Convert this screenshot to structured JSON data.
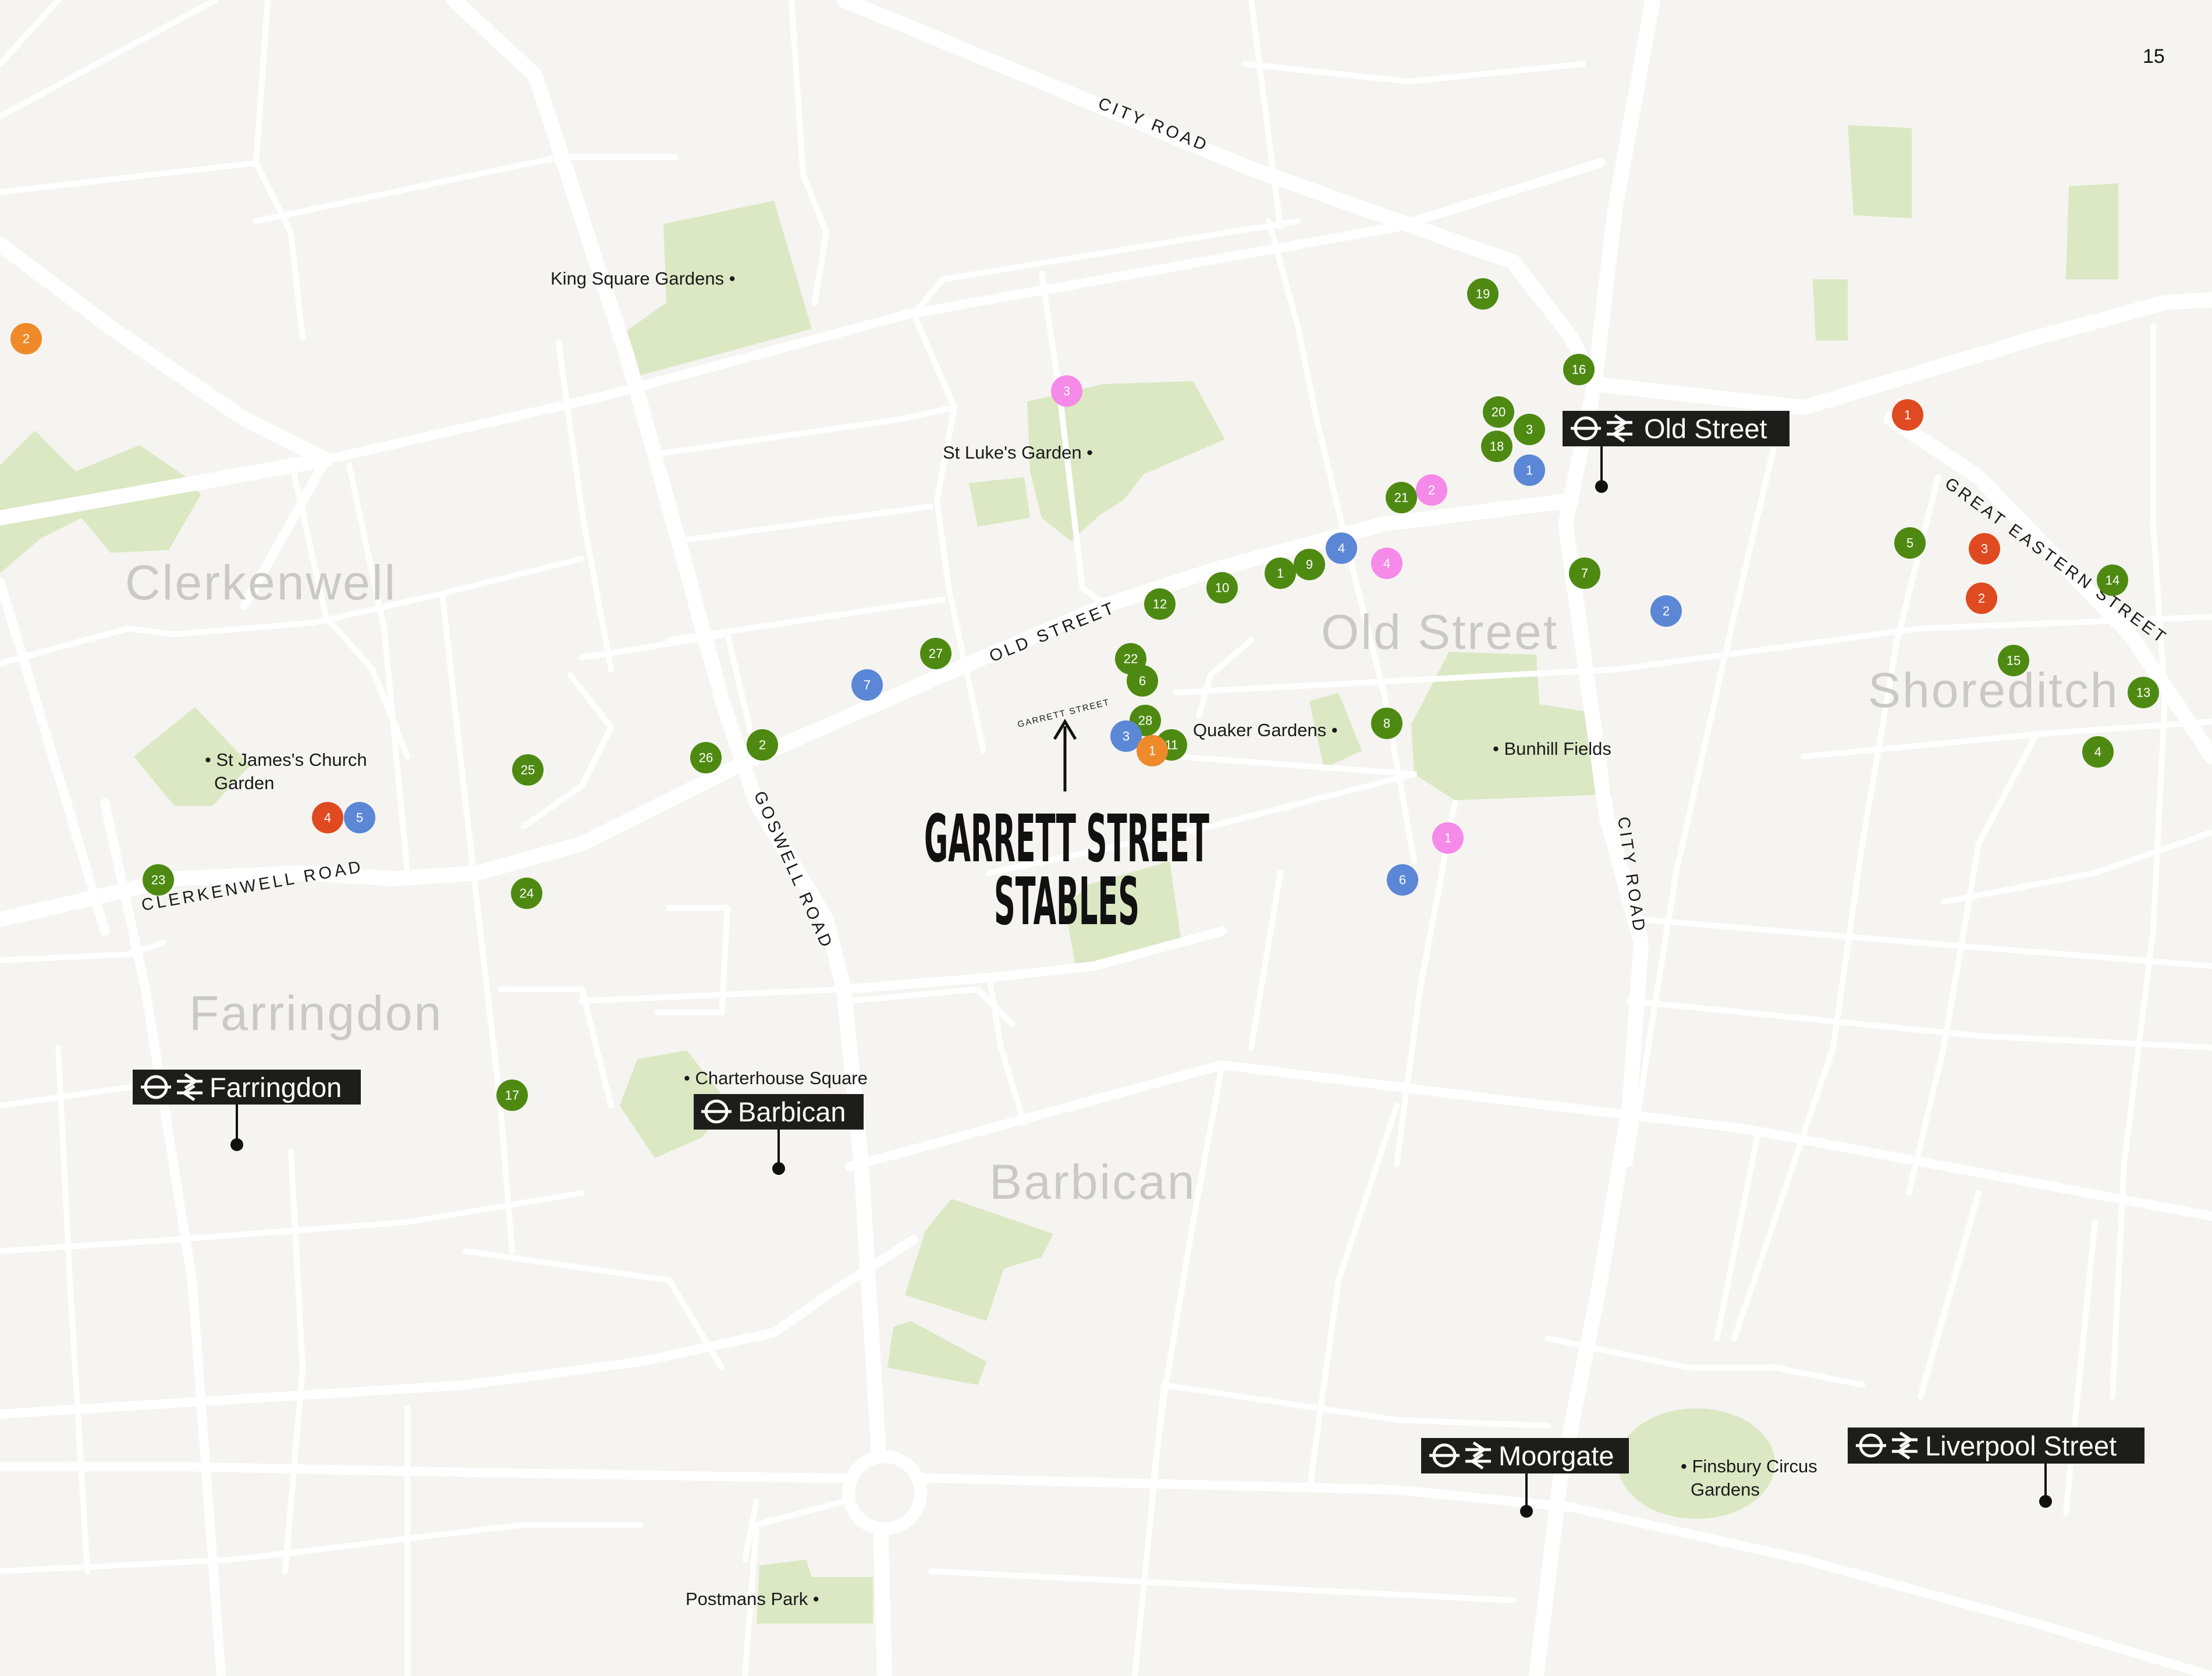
{
  "page_number": "15",
  "title": {
    "line1": "GARRETT STREET",
    "line2": "STABLES"
  },
  "areas": {
    "clerkenwell": "Clerkenwell",
    "farringdon": "Farringdon",
    "barbican": "Barbican",
    "old_street": "Old Street",
    "shoreditch": "Shoreditch"
  },
  "streets": {
    "city_road_north": "CITY ROAD",
    "city_road_south": "CITY ROAD",
    "old_street": "OLD STREET",
    "goswell_road": "GOSWELL ROAD",
    "clerkenwell_road": "CLERKENWELL ROAD",
    "great_eastern_street": "GREAT EASTERN STREET",
    "garrett_street": "GARRETT STREET"
  },
  "parks": {
    "king_square": "King Square Gardens •",
    "st_lukes": "St Luke's Garden •",
    "st_james_line1": "• St James's Church",
    "st_james_line2": "Garden",
    "quaker": "Quaker Gardens •",
    "bunhill": "• Bunhill Fields",
    "charterhouse": "• Charterhouse Square",
    "finsbury_line1": "• Finsbury Circus",
    "finsbury_line2": "Gardens",
    "postmans": "Postmans Park •"
  },
  "stations": {
    "old_street": "Old Street",
    "farringdon": "Farringdon",
    "barbican": "Barbican",
    "moorgate": "Moorgate",
    "liverpool_street": "Liverpool Street"
  },
  "colors": {
    "green": "#4e8a12",
    "blue": "#5b87d6",
    "orange": "#ef8a2a",
    "red": "#e04a21",
    "pink": "#f58ae8",
    "park": "#dbe8c3",
    "background": "#f5f4f0",
    "station": "#1d1d1b"
  },
  "markers": [
    {
      "label": "1",
      "color": "green"
    },
    {
      "label": "2",
      "color": "green"
    },
    {
      "label": "3",
      "color": "green"
    },
    {
      "label": "4",
      "color": "green"
    },
    {
      "label": "5",
      "color": "green"
    },
    {
      "label": "6",
      "color": "green"
    },
    {
      "label": "7",
      "color": "green"
    },
    {
      "label": "8",
      "color": "green"
    },
    {
      "label": "9",
      "color": "green"
    },
    {
      "label": "10",
      "color": "green"
    },
    {
      "label": "11",
      "color": "green"
    },
    {
      "label": "12",
      "color": "green"
    },
    {
      "label": "13",
      "color": "green"
    },
    {
      "label": "14",
      "color": "green"
    },
    {
      "label": "15",
      "color": "green"
    },
    {
      "label": "16",
      "color": "green"
    },
    {
      "label": "17",
      "color": "green"
    },
    {
      "label": "18",
      "color": "green"
    },
    {
      "label": "19",
      "color": "green"
    },
    {
      "label": "20",
      "color": "green"
    },
    {
      "label": "21",
      "color": "green"
    },
    {
      "label": "22",
      "color": "green"
    },
    {
      "label": "23",
      "color": "green"
    },
    {
      "label": "24",
      "color": "green"
    },
    {
      "label": "25",
      "color": "green"
    },
    {
      "label": "26",
      "color": "green"
    },
    {
      "label": "27",
      "color": "green"
    },
    {
      "label": "28",
      "color": "green"
    },
    {
      "label": "1",
      "color": "blue"
    },
    {
      "label": "2",
      "color": "blue"
    },
    {
      "label": "3",
      "color": "blue"
    },
    {
      "label": "4",
      "color": "blue"
    },
    {
      "label": "5",
      "color": "blue"
    },
    {
      "label": "6",
      "color": "blue"
    },
    {
      "label": "7",
      "color": "blue"
    },
    {
      "label": "1",
      "color": "orange"
    },
    {
      "label": "2",
      "color": "orange"
    },
    {
      "label": "1",
      "color": "red"
    },
    {
      "label": "2",
      "color": "red"
    },
    {
      "label": "3",
      "color": "red"
    },
    {
      "label": "4",
      "color": "red"
    },
    {
      "label": "1",
      "color": "pink"
    },
    {
      "label": "2",
      "color": "pink"
    },
    {
      "label": "3",
      "color": "pink"
    },
    {
      "label": "4",
      "color": "pink"
    }
  ]
}
